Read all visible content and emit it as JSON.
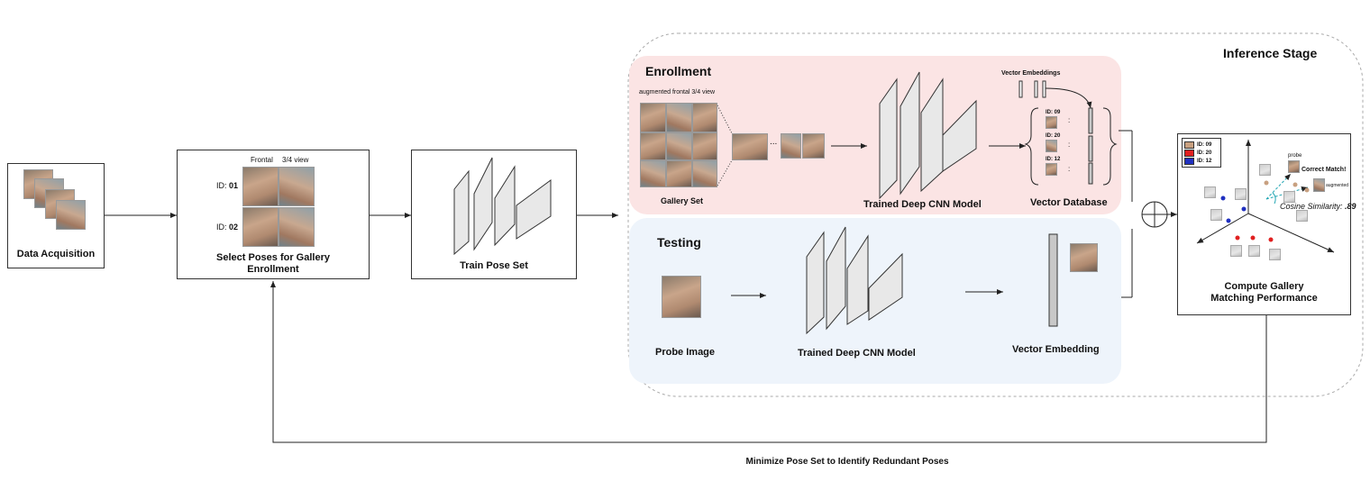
{
  "stages": {
    "data_acquisition": "Data Acquisition",
    "select_poses_line1": "Select Poses for Gallery",
    "select_poses_line2": "Enrollment",
    "train_pose_set": "Train Pose Set",
    "inference_stage": "Inference Stage",
    "compute_line1": "Compute Gallery",
    "compute_line2": "Matching Performance"
  },
  "select_poses": {
    "col_frontal": "Frontal",
    "col_34": "3/4 view",
    "id_prefix": "ID:",
    "ids": [
      "01",
      "02"
    ]
  },
  "enrollment": {
    "title": "Enrollment",
    "gallery_header": "augmented frontal  3/4 view",
    "gallery_set": "Gallery Set",
    "model": "Trained Deep CNN Model",
    "vector_embeddings": "Vector Embeddings",
    "vector_database": "Vector Database",
    "db_ids": [
      "ID: 09",
      "ID: 20",
      "ID: 12"
    ],
    "db_colon": ":",
    "ellipsis": "..."
  },
  "testing": {
    "title": "Testing",
    "probe_image": "Probe Image",
    "model": "Trained Deep CNN Model",
    "vector_embedding": "Vector Embedding"
  },
  "results": {
    "legend": [
      "ID: 09",
      "ID: 20",
      "ID: 12"
    ],
    "legend_colors": [
      "#c8a080",
      "#e02020",
      "#2030c0"
    ],
    "probe": "probe",
    "correct_match": "Correct Match!",
    "augmented": "augmented",
    "cosine_label": "Cosine Similarity: ",
    "cosine_value": ".89"
  },
  "feedback": "Minimize Pose Set to Identify Redundant Poses"
}
